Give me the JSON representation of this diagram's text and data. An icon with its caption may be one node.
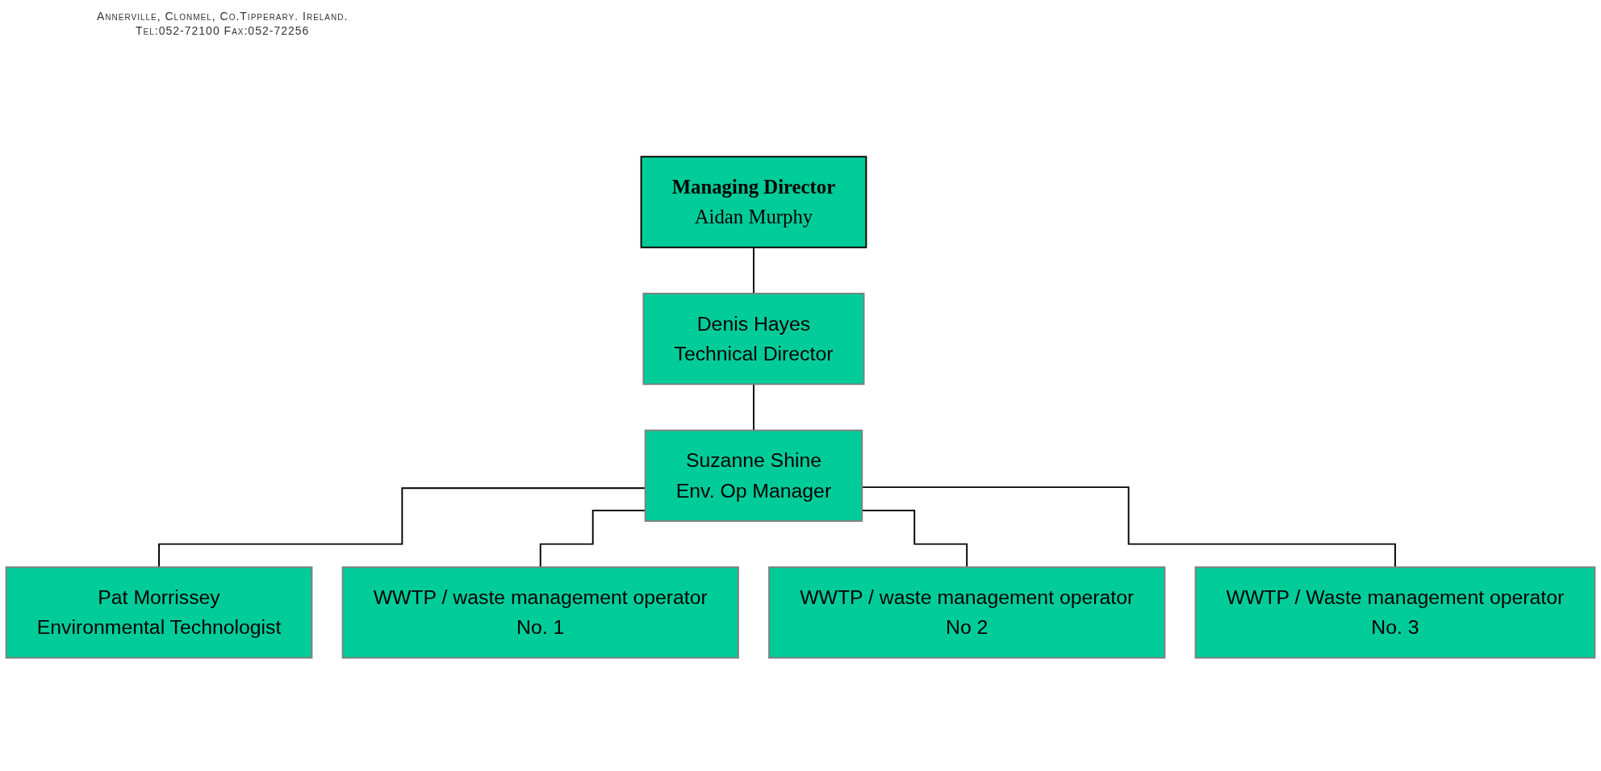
{
  "diagram": {
    "nodes": [
      {
        "text": [
          "Managing Director",
          "Aidan Murphy"
        ]
      },
      {
        "text": [
          "Denis Hayes",
          "Technical Director"
        ]
      },
      {
        "text": [
          "Suzanne Shine",
          "Env. Op Manager"
        ]
      },
      {
        "text": [
          "Pat Morrissey",
          "Environmental Technologist"
        ]
      },
      {
        "text": [
          "WWTP / waste management operator",
          "No. 1"
        ]
      },
      {
        "text": [
          "WWTP / waste management operator",
          "No 2"
        ]
      },
      {
        "text": [
          "WWTP / Waste management operator",
          "No. 3"
        ]
      }
    ],
    "edges": [
      {
        "from": 0,
        "to": 1,
        "arrow": "none"
      },
      {
        "from": 1,
        "to": 2,
        "arrow": "none"
      },
      {
        "from": 2,
        "to": 3,
        "arrow": "none"
      },
      {
        "from": 2,
        "to": 4,
        "arrow": "none"
      },
      {
        "from": 2,
        "to": 5,
        "arrow": "none"
      },
      {
        "from": 2,
        "to": 6,
        "arrow": "none"
      }
    ],
    "labels": [
      "Annerville, Clonmel, Co.Tipperary. Ireland.",
      "Tel:052-72100 Fax:052-72256"
    ]
  }
}
